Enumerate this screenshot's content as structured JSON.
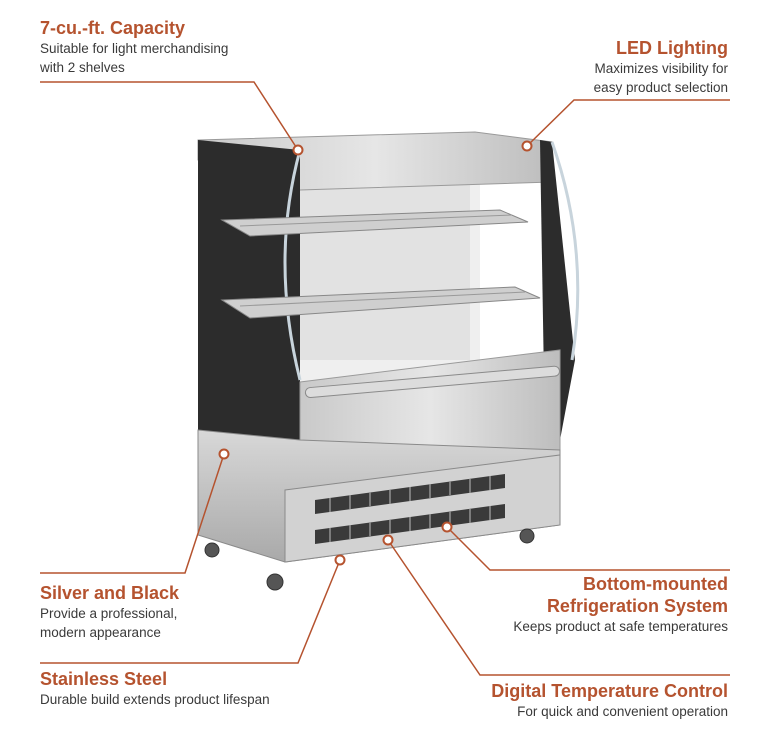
{
  "callouts": {
    "capacity": {
      "title": "7-cu.-ft. Capacity",
      "lines": [
        "Suitable for light merchandising",
        "with 2 shelves"
      ]
    },
    "led": {
      "title": "LED Lighting",
      "lines": [
        "Maximizes visibility for",
        "easy product selection"
      ]
    },
    "silver_black": {
      "title": "Silver and Black",
      "lines": [
        "Provide a professional,",
        "modern appearance"
      ]
    },
    "stainless": {
      "title": "Stainless Steel",
      "lines": [
        "Durable build extends product lifespan"
      ]
    },
    "refrigeration": {
      "title_lines": [
        "Bottom-mounted",
        "Refrigeration System"
      ],
      "lines": [
        "Keeps product at safe temperatures"
      ]
    },
    "temperature": {
      "title": "Digital Temperature Control",
      "lines": [
        "For quick and convenient operation"
      ]
    }
  },
  "colors": {
    "accent": "#b5532f",
    "text": "#3a3a3a",
    "leader": "#b5532f"
  },
  "image": {
    "subject": "open-air refrigerated merchandiser-icon"
  }
}
